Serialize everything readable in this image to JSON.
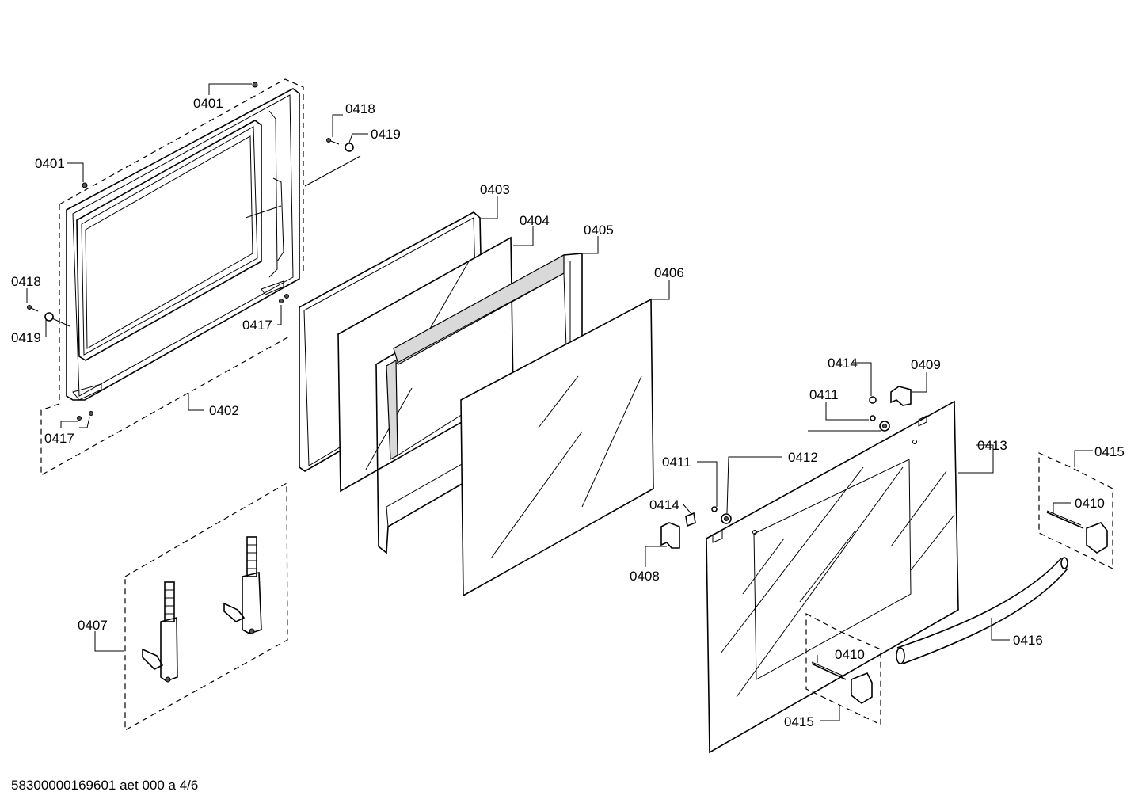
{
  "callouts": [
    {
      "id": "c-0401-top",
      "text": "0401"
    },
    {
      "id": "c-0401-left",
      "text": "0401"
    },
    {
      "id": "c-0418-top",
      "text": "0418"
    },
    {
      "id": "c-0419-top",
      "text": "0419"
    },
    {
      "id": "c-0418-left",
      "text": "0418"
    },
    {
      "id": "c-0419-left",
      "text": "0419"
    },
    {
      "id": "c-0417-right",
      "text": "0417"
    },
    {
      "id": "c-0417-left",
      "text": "0417"
    },
    {
      "id": "c-0402",
      "text": "0402"
    },
    {
      "id": "c-0403",
      "text": "0403"
    },
    {
      "id": "c-0404",
      "text": "0404"
    },
    {
      "id": "c-0405",
      "text": "0405"
    },
    {
      "id": "c-0406",
      "text": "0406"
    },
    {
      "id": "c-0407",
      "text": "0407"
    },
    {
      "id": "c-0414-top",
      "text": "0414"
    },
    {
      "id": "c-0409",
      "text": "0409"
    },
    {
      "id": "c-0411-top",
      "text": "0411"
    },
    {
      "id": "c-0412",
      "text": "0412"
    },
    {
      "id": "c-0411-mid",
      "text": "0411"
    },
    {
      "id": "c-0414-mid",
      "text": "0414"
    },
    {
      "id": "c-0408",
      "text": "0408"
    },
    {
      "id": "c-0413",
      "text": "0413"
    },
    {
      "id": "c-0415-right",
      "text": "0415"
    },
    {
      "id": "c-0410-right",
      "text": "0410"
    },
    {
      "id": "c-0416",
      "text": "0416"
    },
    {
      "id": "c-0410-bottom",
      "text": "0410"
    },
    {
      "id": "c-0415-bottom",
      "text": "0415"
    }
  ],
  "footer": {
    "drawing_id": "58300000169601 aet 000 a 4/6"
  }
}
